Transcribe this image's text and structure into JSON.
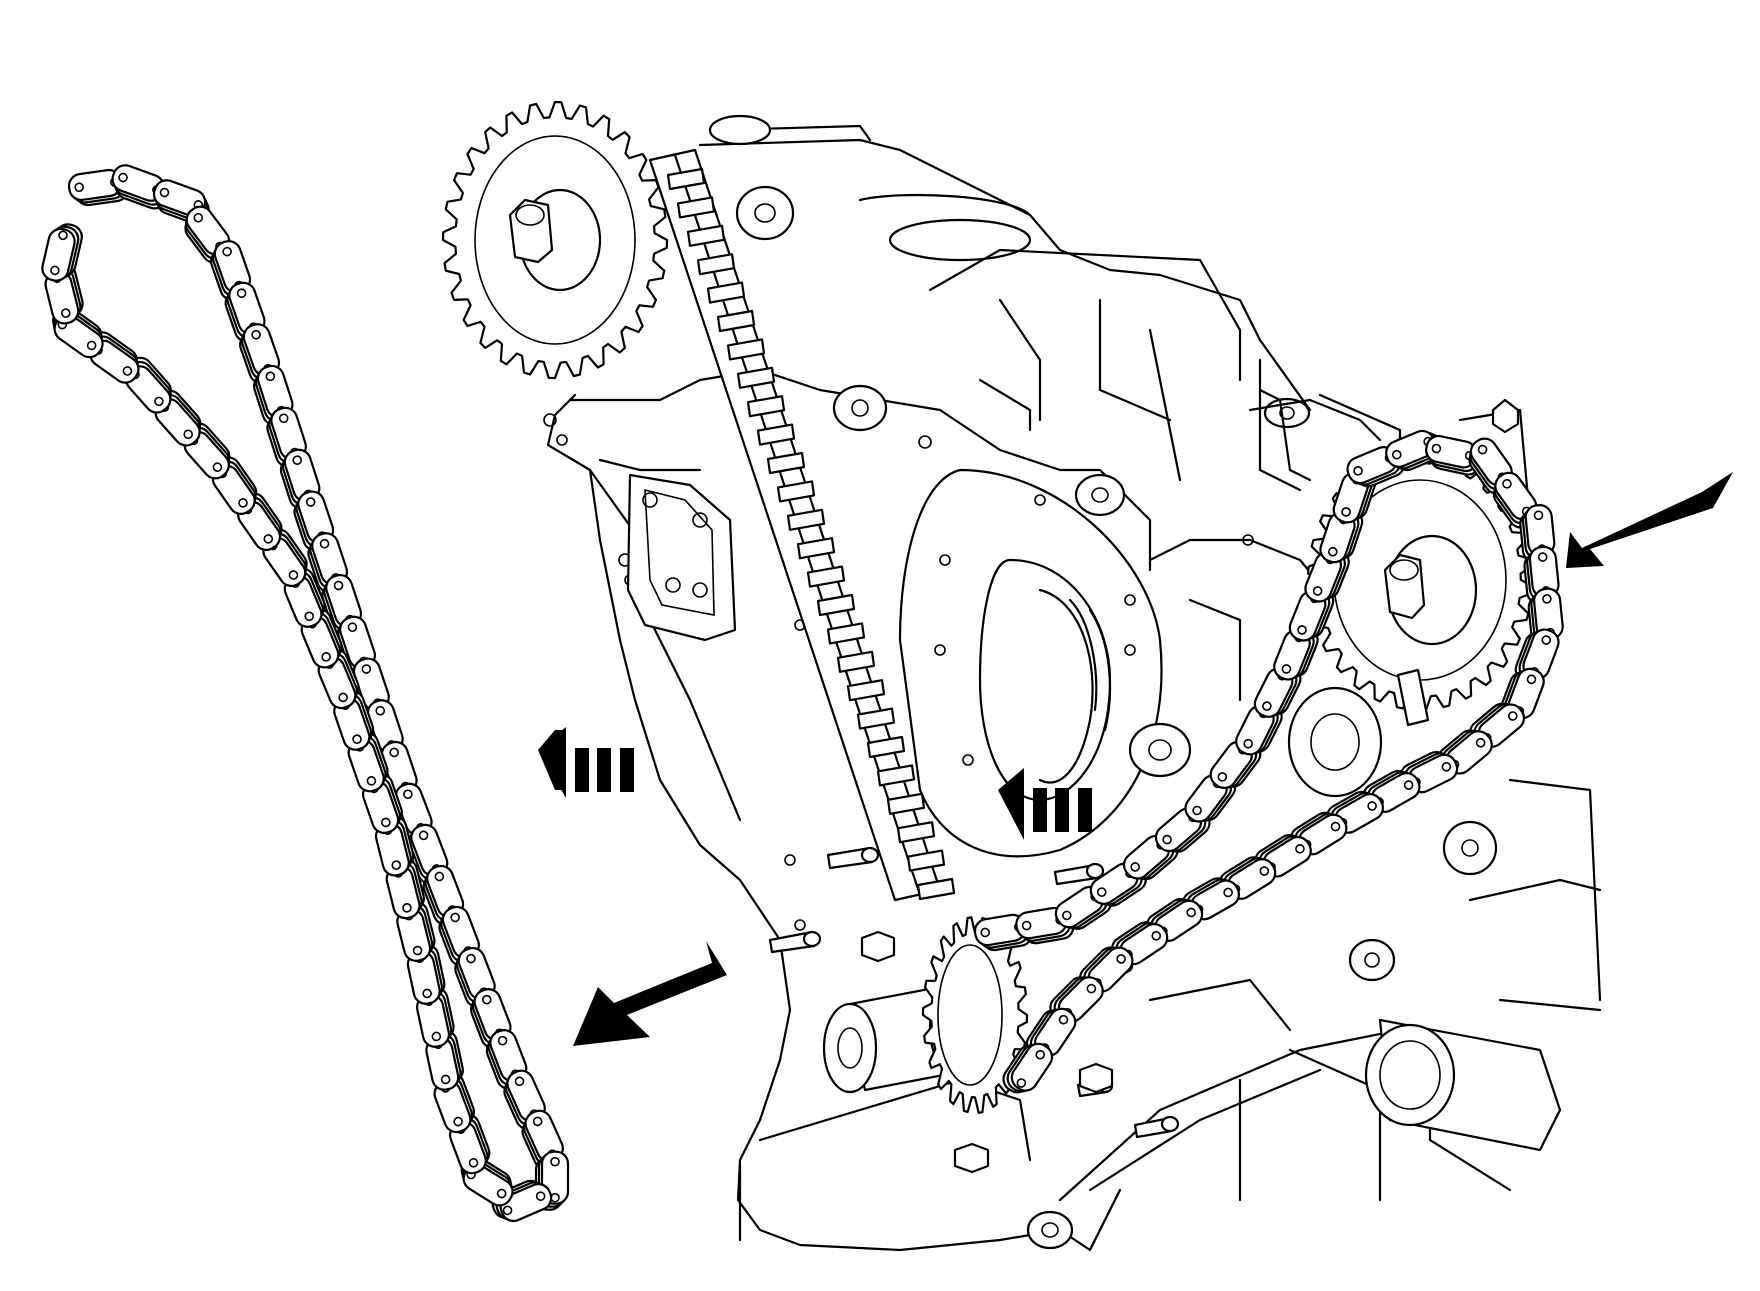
{
  "figure": {
    "description_visible_text": "",
    "colors": {
      "line": "#000000",
      "background": "#ffffff"
    },
    "components": [
      {
        "name": "loose-timing-chain",
        "icon": "chain-icon"
      },
      {
        "name": "engine-front-block",
        "icon": "engine-block-icon"
      },
      {
        "name": "upper-camshaft-sprocket",
        "icon": "gear-icon"
      },
      {
        "name": "timing-chain-guide",
        "icon": "guide-rail-icon"
      },
      {
        "name": "right-camshaft-sprocket",
        "icon": "gear-icon"
      },
      {
        "name": "crankshaft-sprocket",
        "icon": "gear-icon"
      },
      {
        "name": "installed-timing-chain",
        "icon": "chain-icon"
      }
    ],
    "indicators": [
      {
        "name": "arrow-chain-mark-right",
        "icon": "solid-arrow-icon",
        "direction": "down-left"
      },
      {
        "name": "arrow-chain-mark-left",
        "icon": "solid-arrow-icon",
        "direction": "down-left"
      },
      {
        "name": "arrow-remove-left",
        "icon": "motion-arrow-icon",
        "direction": "left"
      },
      {
        "name": "arrow-remove-center",
        "icon": "motion-arrow-icon",
        "direction": "left"
      }
    ]
  }
}
